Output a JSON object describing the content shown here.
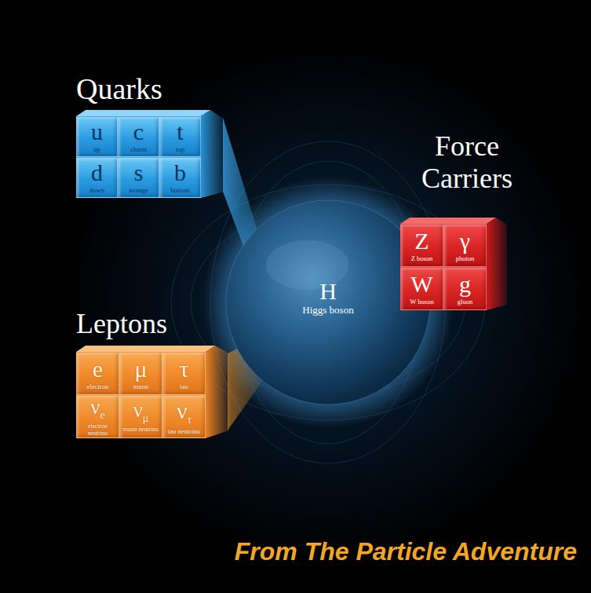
{
  "diagram": {
    "caption": "From The Particle Adventure",
    "nodes": [
      {
        "text": [
          "Quarks"
        ]
      },
      {
        "text": [
          "u",
          "up"
        ],
        "in": 0
      },
      {
        "text": [
          "c",
          "charm"
        ],
        "in": 0
      },
      {
        "text": [
          "t",
          "top"
        ],
        "in": 0
      },
      {
        "text": [
          "d",
          "down"
        ],
        "in": 0
      },
      {
        "text": [
          "s",
          "strange"
        ],
        "in": 0
      },
      {
        "text": [
          "b",
          "bottom"
        ],
        "in": 0
      },
      {
        "text": [
          "Force Carriers"
        ]
      },
      {
        "text": [
          "Z",
          "Z boson"
        ],
        "in": 7
      },
      {
        "text": [
          "γ",
          "photon"
        ],
        "in": 7
      },
      {
        "text": [
          "W",
          "W boson"
        ],
        "in": 7
      },
      {
        "text": [
          "g",
          "gluon"
        ],
        "in": 7
      },
      {
        "text": [
          "H",
          "Higgs boson"
        ]
      },
      {
        "text": [
          "Leptons"
        ]
      },
      {
        "text": [
          "e",
          "electron"
        ],
        "in": 13
      },
      {
        "text": [
          "μ",
          "muon"
        ],
        "in": 13
      },
      {
        "text": [
          "τ",
          "tau"
        ],
        "in": 13
      },
      {
        "text": [
          "ν",
          "e",
          "electron neutrino"
        ],
        "in": 13
      },
      {
        "text": [
          "ν",
          "μ",
          "muon neutrino"
        ],
        "in": 13
      },
      {
        "text": [
          "ν",
          "τ",
          "tau neutrino"
        ],
        "in": 13
      }
    ]
  }
}
